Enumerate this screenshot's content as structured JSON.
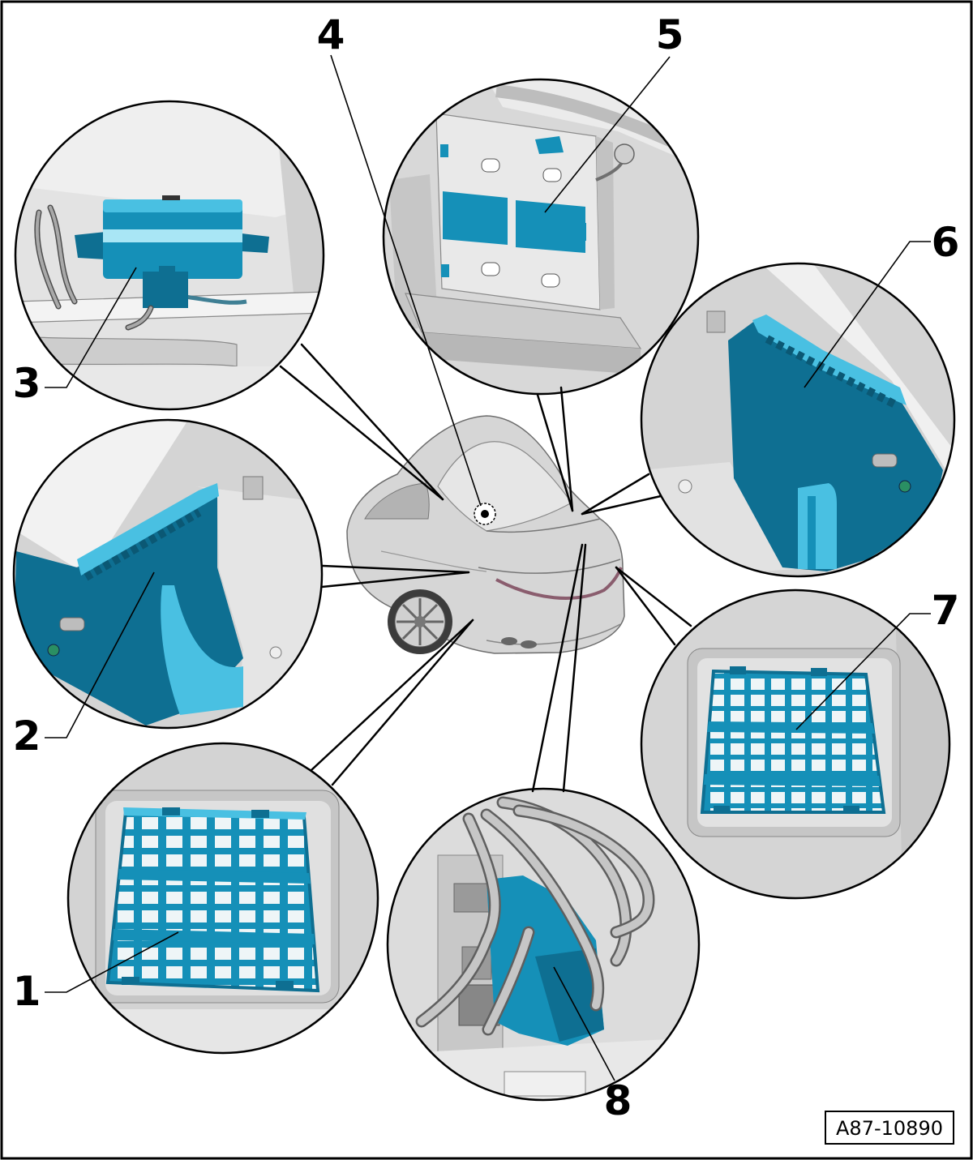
{
  "callouts": [
    "1",
    "2",
    "3",
    "4",
    "5",
    "6",
    "7",
    "8"
  ],
  "reference_code": "A87-10890",
  "colors": {
    "component": "#1590b8",
    "component_dark": "#0e6f92",
    "component_light": "#49c0e2",
    "highlight": "#a9e6f5"
  }
}
